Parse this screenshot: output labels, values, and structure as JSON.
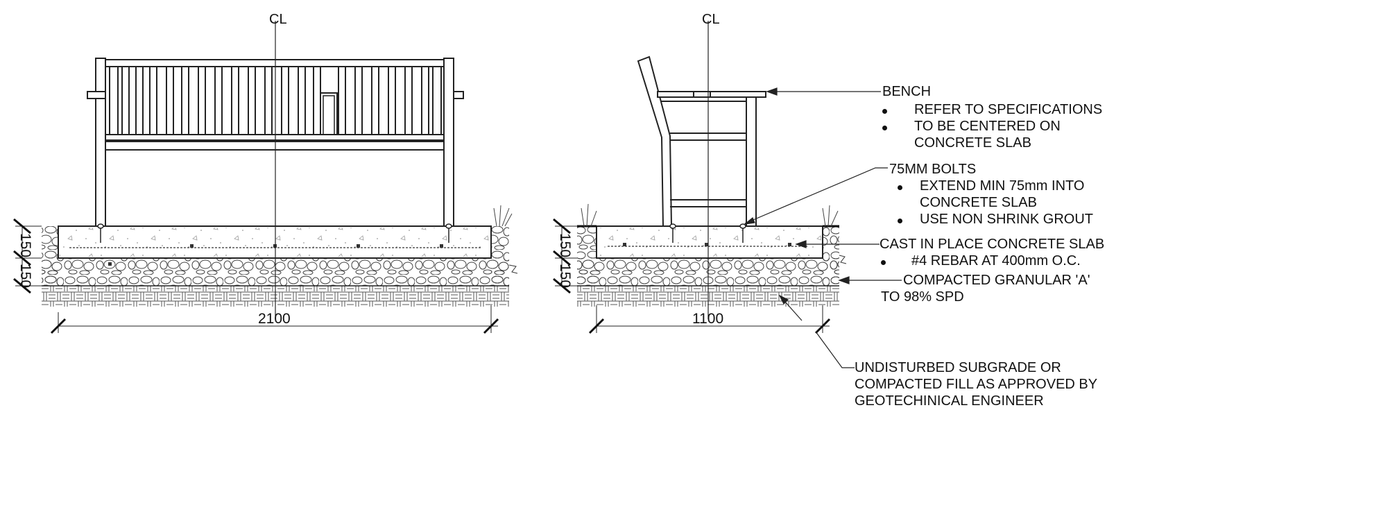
{
  "centerline_symbol": "CL",
  "elevation": {
    "dim_slab": "150",
    "dim_base": "150",
    "dim_width": "2100"
  },
  "section": {
    "dim_slab": "150",
    "dim_base": "150",
    "dim_width": "1100"
  },
  "callouts": {
    "bench": {
      "title": "BENCH",
      "items": [
        "REFER TO SPECIFICATIONS",
        "TO BE CENTERED ON",
        "CONCRETE SLAB"
      ]
    },
    "bolts": {
      "title": "75MM BOLTS",
      "items": [
        "EXTEND MIN 75mm INTO",
        "CONCRETE SLAB",
        "USE NON SHRINK GROUT"
      ]
    },
    "slab": {
      "title": "CAST IN PLACE CONCRETE SLAB",
      "items": [
        "#4 REBAR AT 400mm O.C."
      ]
    },
    "granular": {
      "title": "COMPACTED GRANULAR 'A'",
      "line2": "TO 98% SPD"
    },
    "subgrade": {
      "line1": "UNDISTURBED SUBGRADE OR",
      "line2": "COMPACTED FILL AS APPROVED BY",
      "line3": "GEOTECHINICAL ENGINEER"
    }
  }
}
